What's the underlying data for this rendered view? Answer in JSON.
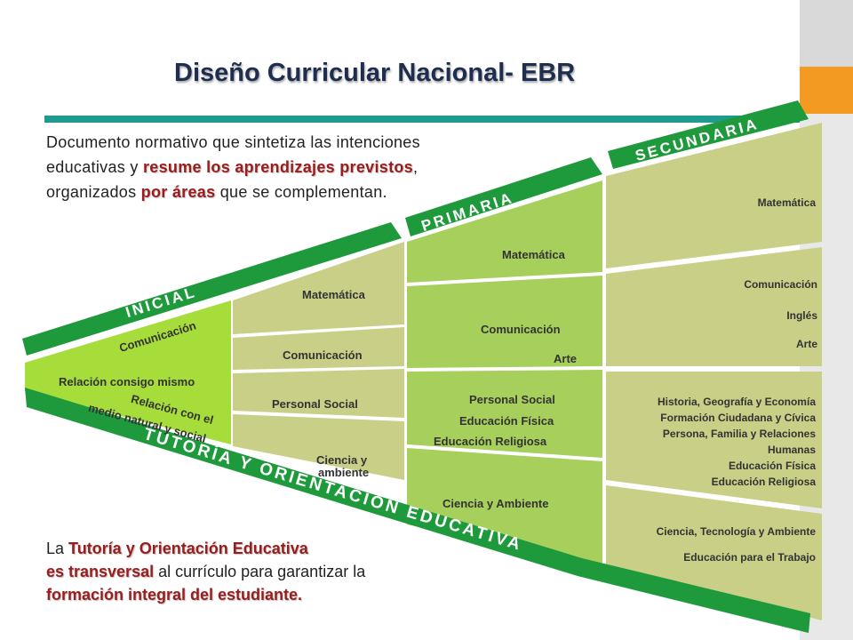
{
  "title": "Diseño Curricular Nacional- EBR",
  "intro": {
    "line1": "Documento normativo que sintetiza las intenciones",
    "line2_a": "educativas y ",
    "line2_hl": "resume los aprendizajes previstos",
    "line2_b": ",",
    "line3_a": "organizados ",
    "line3_hl": "por áreas",
    "line3_b": " que se complementan."
  },
  "levels": {
    "inicial": "INICIAL",
    "primaria": "PRIMARIA",
    "secundaria": "SECUNDARIA",
    "tutoria": "TUTORÍA Y ORIENTACIÓN EDUCATIVA"
  },
  "inicial_areas": [
    "Comunicación",
    "Relación consigo mismo",
    "Relación con el",
    "medio natural y social"
  ],
  "col2_areas": [
    "Matemática",
    "Comunicación",
    "Personal  Social",
    "Ciencia  y",
    "ambiente"
  ],
  "primaria_areas": [
    "Matemática",
    "Comunicación",
    "Arte",
    "Personal  Social",
    "Educación  Física",
    "Educación  Religiosa",
    "Ciencia  y Ambiente"
  ],
  "secundaria_areas": [
    "Matemática",
    "Comunicación",
    "Inglés",
    "Arte",
    "Historia, Geografía y Economía",
    "Formación Ciudadana y Cívica",
    "Persona, Familia y Relaciones",
    "Humanas",
    "Educación Física",
    "Educación Religiosa",
    "Ciencia, Tecnología y Ambiente",
    "Educación para el Trabajo"
  ],
  "footer": {
    "l1_a": "La ",
    "l1_hl": "Tutoría y Orientación Educativa",
    "l2_hl": "es transversal",
    "l2_b": " al currículo para garantizar la",
    "l3_hl": "formación integral del estudiante."
  },
  "colors": {
    "dark_green": "#1e9a3c",
    "light_green": "#a6cf5c",
    "olive": "#c9cf86",
    "teal_rule": "#1f9a8e",
    "accent_orange": "#f39a22",
    "highlight_red": "#9b1c1c"
  }
}
